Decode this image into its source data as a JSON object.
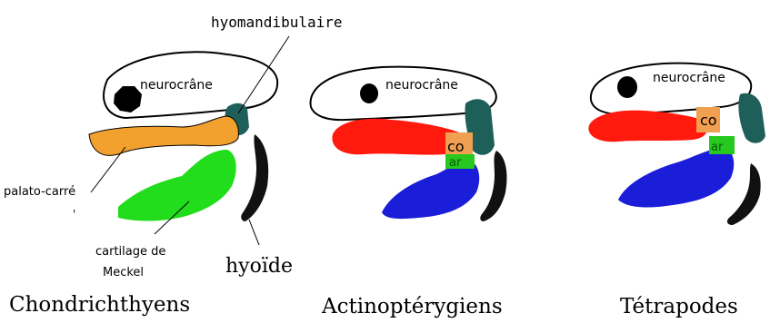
{
  "labels": {
    "hyomandibulaire": "hyomandibulaire",
    "neurocrane": "neurocrâne",
    "palato_carre": "palato-carré",
    "cartilage_line1": "cartilage de",
    "cartilage_line2": "Meckel",
    "hyoide": "hyoïde",
    "co": "co",
    "ar": "ar",
    "tick_mark": "'"
  },
  "panels": {
    "chondrichthyens": "Chondrichthyens",
    "actinopterygiens": "Actinoptérygiens",
    "tetrapodes": "Tétrapodes"
  },
  "colors": {
    "neurocrane_fill": "#ffffff",
    "outline": "#000000",
    "hyomandibular": "#1f5f5a",
    "palatoquadrate_chondr": "#f2a12e",
    "meckel_chondr": "#22dd1b",
    "upper_jaw": "#ff1a0d",
    "lower_jaw": "#1a1ed8",
    "co": "#f0a050",
    "ar": "#27c81f",
    "hyoid": "#111111"
  }
}
